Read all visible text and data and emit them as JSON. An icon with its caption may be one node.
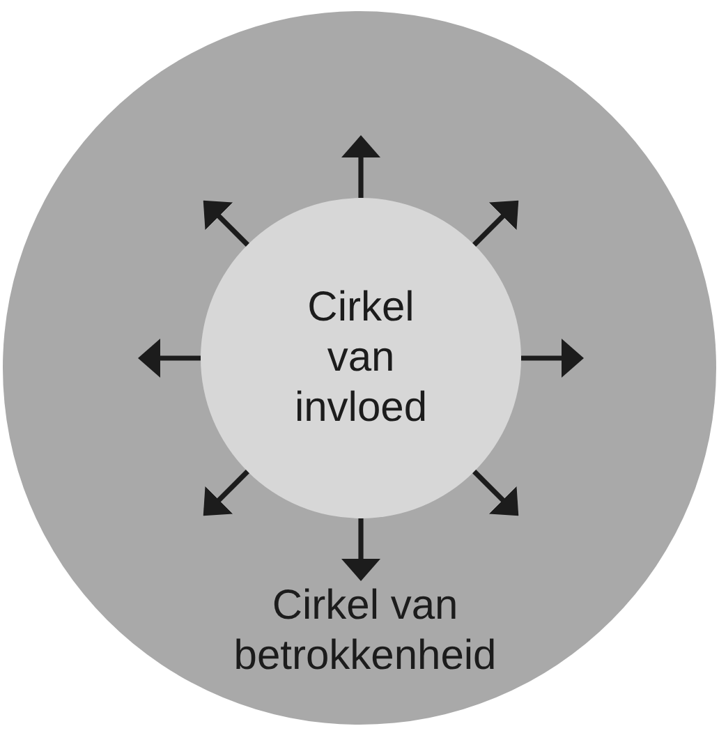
{
  "diagram": {
    "nodes": [
      {
        "text": [
          "Cirkel van betrokkenheid"
        ]
      },
      {
        "text": [
          "Cirkel van invloed"
        ],
        "in": 0
      }
    ]
  }
}
